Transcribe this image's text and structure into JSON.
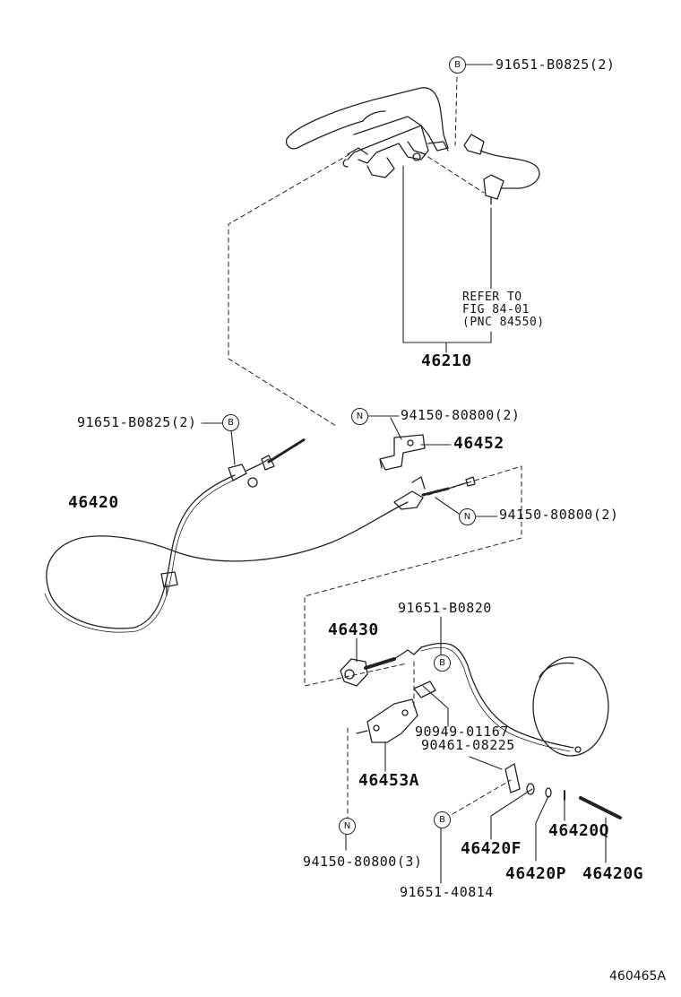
{
  "markers": {
    "bolt": "B",
    "nut": "N"
  },
  "labels": {
    "top_bolt": "91651-B0825(2)",
    "refer_line1": "REFER TO",
    "refer_line2": "FIG 84-01",
    "refer_line3": "(PNC 84550)",
    "lever_assy": "46210",
    "left_bolt": "91651-B0825(2)",
    "bracket_nut": "94150-80800(2)",
    "bracket": "46452",
    "front_cable": "46420",
    "mid_nut": "94150-80800(2)",
    "rear_bolt": "91651-B0820",
    "equalizer": "46430",
    "clip": "90949-01167",
    "clip2": "90461-08225",
    "lower_bracket": "46453A",
    "lower_nut": "94150-80800(3)",
    "lower_bolt": "91651-40814",
    "part_f": "46420F",
    "part_q": "46420Q",
    "part_p": "46420P",
    "part_g": "46420G",
    "figure_id": "460465A"
  }
}
